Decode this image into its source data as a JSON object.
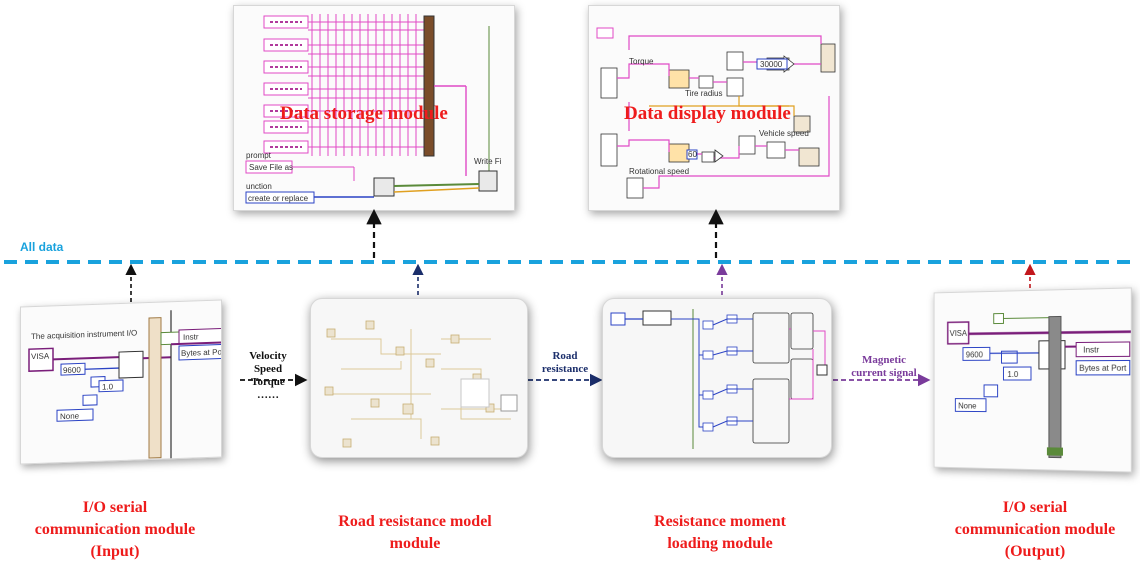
{
  "bus_label": "All data",
  "top_modules": [
    {
      "id": "storage",
      "title": "Data storage module"
    },
    {
      "id": "display",
      "title": "Data display module"
    }
  ],
  "bottom_modules": [
    {
      "id": "io_input",
      "label_lines": [
        "I/O serial",
        "communication module",
        "(Input)"
      ]
    },
    {
      "id": "road",
      "label_lines": [
        "Road resistance model",
        "module"
      ]
    },
    {
      "id": "moment",
      "label_lines": [
        "Resistance moment",
        "loading module"
      ]
    },
    {
      "id": "io_output",
      "label_lines": [
        "I/O serial",
        "communication module",
        "(Output)"
      ]
    }
  ],
  "signals": {
    "input_to_road": [
      "Velocity",
      "Speed",
      "Torque",
      "……"
    ],
    "road_to_moment": [
      "Road",
      "resistance"
    ],
    "moment_to_output": [
      "Magnetic",
      "current signal"
    ]
  },
  "screenshot_text": {
    "input_panel": {
      "caption": "The acquisition instrument I/O",
      "baud": "9600",
      "version": "1.0",
      "parity": "None",
      "visa": "VISA",
      "instr": "Instr",
      "bytes": "Bytes at Port"
    },
    "output_panel": {
      "baud": "9600",
      "version": "1.0",
      "parity": "None",
      "visa": "VISA",
      "instr": "Instr",
      "bytes": "Bytes at Port"
    },
    "storage_panel": {
      "prompt": "prompt",
      "save": "Save File as",
      "function": "unction",
      "create": "create or replace",
      "write": "Write Fi"
    },
    "display_panel": {
      "torque": "Torque",
      "tire": "Tire radius",
      "value": "30000",
      "vehicle_speed": "Vehicle speed",
      "rotational_speed": "Rotational speed",
      "k": "60"
    }
  },
  "colors": {
    "title_red": "#ee1c1c",
    "bus_blue": "#19a2dd",
    "wire_pink": "#e04ac6",
    "wire_green": "#5a8a3a",
    "wire_blue": "#2b43c4",
    "arrow_navy": "#1b2e6b",
    "arrow_purple": "#7a3b9b",
    "arrow_red": "#c2171c"
  }
}
